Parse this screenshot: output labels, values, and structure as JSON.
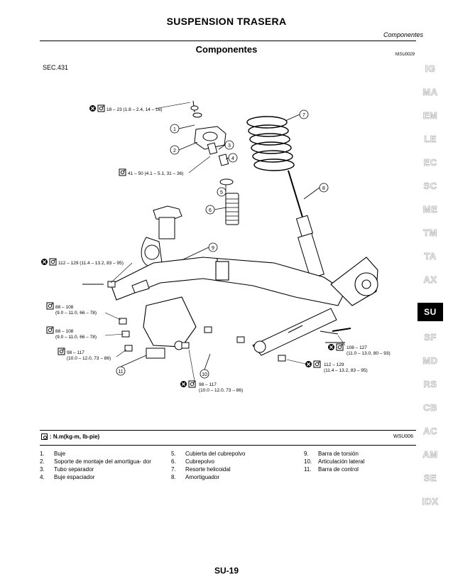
{
  "header": {
    "title": "SUSPENSION TRASERA",
    "subtitle_right": "Componentes"
  },
  "section": {
    "title": "Componentes",
    "code": "NISU0029",
    "sec": "SEC.431"
  },
  "tabs": [
    "IG",
    "MA",
    "EM",
    "LE",
    "EC",
    "SC",
    "ME",
    "TM",
    "TA",
    "AX",
    "SU",
    "SF",
    "MD",
    "RS",
    "CB",
    "AC",
    "AM",
    "SE",
    "IDX"
  ],
  "active_tab": "SU",
  "torques": {
    "t1": "18 – 23 (1.8 – 2.4, 14 – 16)",
    "t2": "41 – 50 (4.1 – 5.1, 31 – 36)",
    "t3": "112 – 129 (11.4 – 13.2, 83 – 95)",
    "t4a": "88 – 108",
    "t4b": "(9.0 – 11.0, 66 – 78)",
    "t5a": "88 – 108",
    "t5b": "(9.0 – 11.0, 66 – 78)",
    "t6a": "98 – 117",
    "t6b": "(10.0 – 12.0, 73 – 86)",
    "t7a": "108 – 127",
    "t7b": "(11.0 – 13.0, 80 – 93)",
    "t8a": "112 – 129",
    "t8b": "(11.4 – 13.2, 83 – 95)",
    "t9a": "98 – 117",
    "t9b": "(10.0 – 12.0, 73 – 86)"
  },
  "callouts": [
    "1",
    "2",
    "3",
    "4",
    "5",
    "6",
    "7",
    "8",
    "9",
    "10",
    "11"
  ],
  "legend": ": N.m(kg-m, lb-pie)",
  "figure_code": "WSU006",
  "parts_col1": [
    {
      "num": "1.",
      "text": "Buje"
    },
    {
      "num": "2.",
      "text": "Soporte de montaje del amortigua- dor"
    },
    {
      "num": "3.",
      "text": "Tubo separador"
    },
    {
      "num": "4.",
      "text": "Buje espaciador"
    }
  ],
  "parts_col2": [
    {
      "num": "5.",
      "text": "Cubierta del cubrepolvo"
    },
    {
      "num": "6.",
      "text": "Cubrepolvo"
    },
    {
      "num": "7.",
      "text": "Resorte helicoidal"
    },
    {
      "num": "8.",
      "text": "Amortiguador"
    }
  ],
  "parts_col3": [
    {
      "num": "9.",
      "text": "Barra de torsión"
    },
    {
      "num": "10.",
      "text": "Articulación lateral"
    },
    {
      "num": "11.",
      "text": "Barra de control"
    }
  ],
  "footer": "SU-19"
}
